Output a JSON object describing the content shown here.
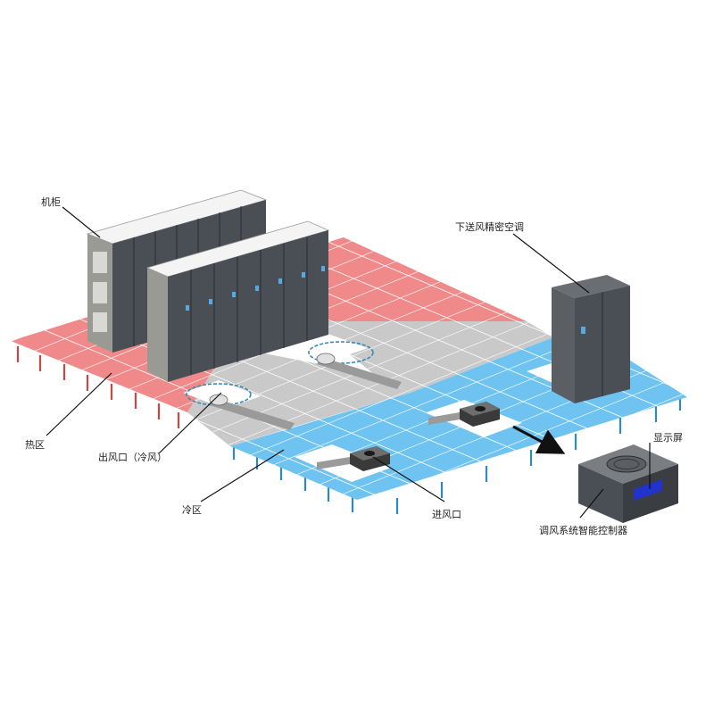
{
  "labels": {
    "cabinet": "机柜",
    "ac_unit": "下送风精密空调",
    "hot_zone": "热区",
    "cold_outlet": "出风口（冷风）",
    "cold_zone": "冷区",
    "air_inlet": "进风口",
    "display": "显示屏",
    "controller": "调风系统智能控制器"
  },
  "colors": {
    "hot_zone": "#f08a8a",
    "cold_zone": "#6fc3f0",
    "aisle": "#c9c9c9",
    "cabinet_body": "#4a4e55",
    "cabinet_side": "#9a9a94",
    "leg_hot": "#c84848",
    "leg_cold": "#2f88c4",
    "screen": "#2233cc"
  },
  "icons": [
    "fan-grille-icon",
    "display-screen-icon",
    "airflow-arrow-icon"
  ]
}
